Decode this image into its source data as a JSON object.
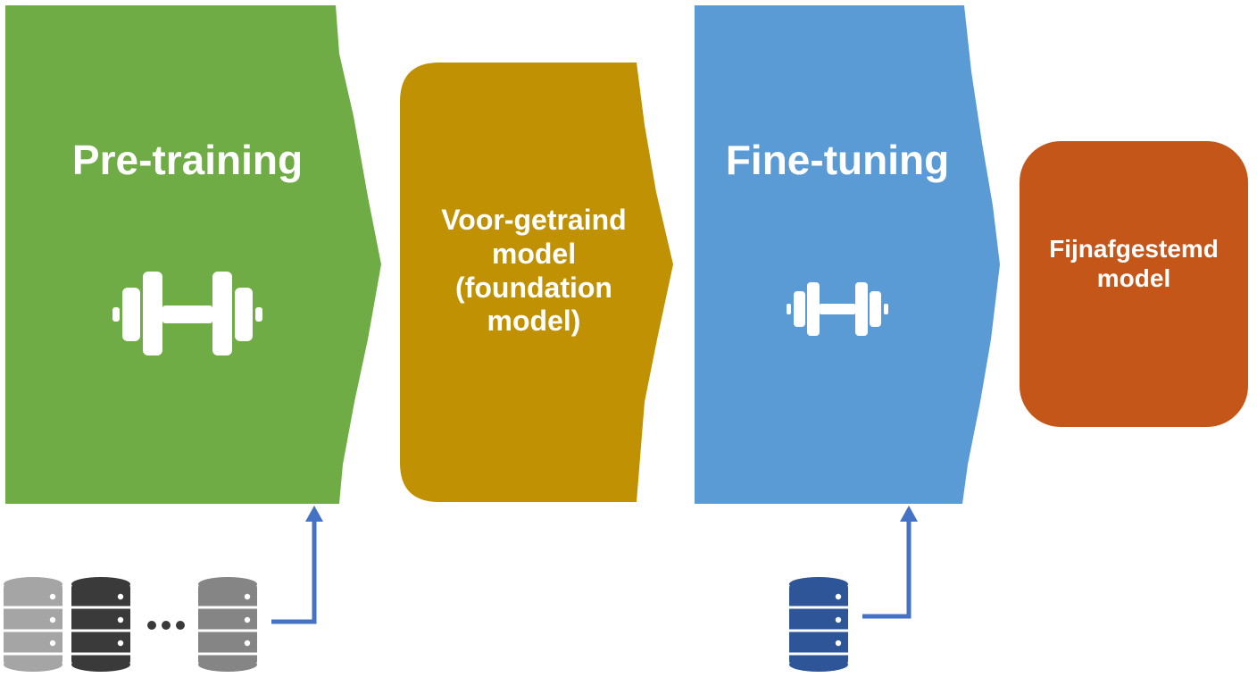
{
  "colors": {
    "pretraining": "#6fac46",
    "foundation": "#c09103",
    "finetuning": "#5b9bd5",
    "finetuned": "#c4561a",
    "arrow": "#4472c4",
    "db_light": "#a5a5a5",
    "db_dark": "#3a3a3a",
    "db_mid": "#858585",
    "db_blue": "#2e5597"
  },
  "stages": {
    "pretraining": {
      "title": "Pre-training",
      "icon": "dumbbell-icon"
    },
    "foundation": {
      "lines": [
        "Voor-getraind",
        "model",
        "(foundation",
        "model)"
      ]
    },
    "finetuning": {
      "title": "Fine-tuning",
      "icon": "dumbbell-icon"
    },
    "finetuned": {
      "lines": [
        "Fijnafgestemd",
        "model"
      ]
    }
  },
  "datasets": {
    "pretraining_icons": [
      "database-icon",
      "database-icon",
      "ellipsis-icon",
      "database-icon"
    ],
    "finetuning_icons": [
      "database-icon"
    ]
  }
}
